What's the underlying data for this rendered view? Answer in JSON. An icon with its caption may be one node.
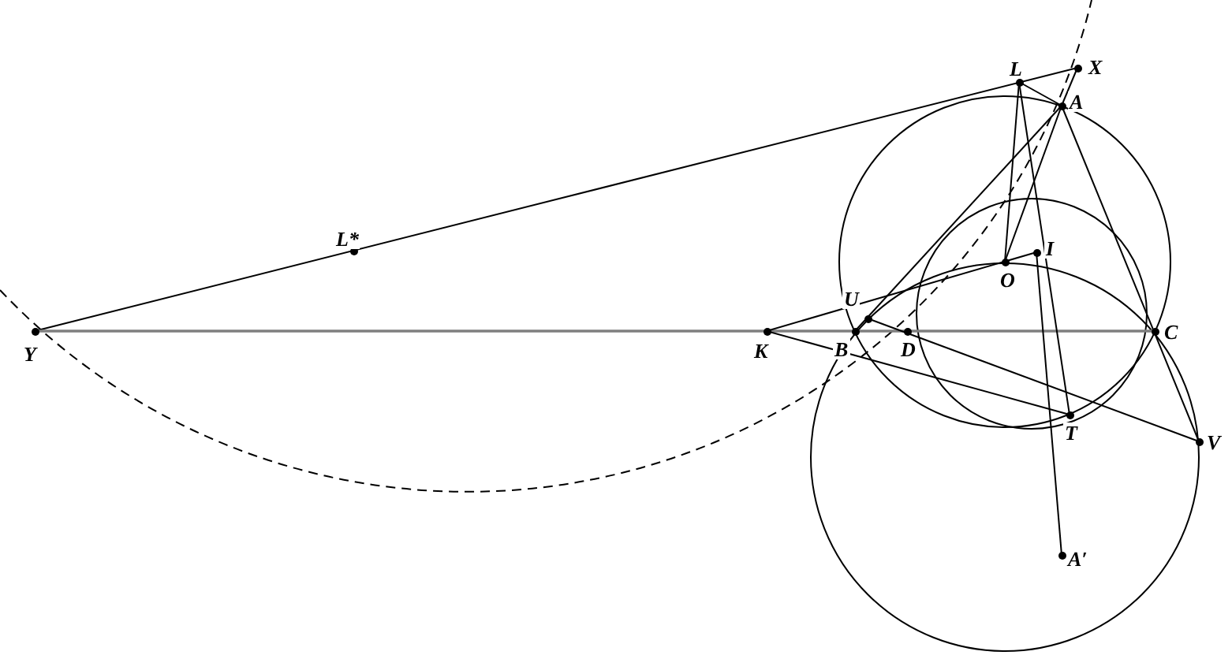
{
  "diagram": {
    "nodes": [
      {
        "text": [
          "Y"
        ]
      },
      {
        "text": [
          "L*"
        ]
      },
      {
        "text": [
          "L"
        ]
      },
      {
        "text": [
          "X"
        ]
      },
      {
        "text": [
          "A"
        ]
      },
      {
        "text": [
          "O"
        ]
      },
      {
        "text": [
          "I"
        ]
      },
      {
        "text": [
          "U"
        ]
      },
      {
        "text": [
          "K"
        ]
      },
      {
        "text": [
          "B"
        ]
      },
      {
        "text": [
          "D"
        ]
      },
      {
        "text": [
          "C"
        ]
      },
      {
        "text": [
          "T"
        ]
      },
      {
        "text": [
          "V"
        ]
      },
      {
        "text": [
          "A′"
        ]
      }
    ],
    "edges": [
      {
        "from": 0,
        "to": 3,
        "arrow": "none"
      },
      {
        "from": 0,
        "to": 11,
        "arrow": "none",
        "color": "#7f7f7f"
      },
      {
        "from": 3,
        "to": 4,
        "arrow": "none"
      },
      {
        "from": 2,
        "to": 4,
        "arrow": "none"
      },
      {
        "from": 2,
        "to": 5,
        "arrow": "none"
      },
      {
        "from": 2,
        "to": 12,
        "arrow": "none"
      },
      {
        "from": 5,
        "to": 4,
        "arrow": "none"
      },
      {
        "from": 6,
        "to": 14,
        "arrow": "none"
      },
      {
        "from": 4,
        "to": 9,
        "arrow": "none"
      },
      {
        "from": 4,
        "to": 13,
        "arrow": "none"
      },
      {
        "from": 8,
        "to": 6,
        "arrow": "none"
      },
      {
        "from": 8,
        "to": 12,
        "arrow": "none"
      },
      {
        "from": 7,
        "to": 13,
        "arrow": "none"
      }
    ]
  }
}
